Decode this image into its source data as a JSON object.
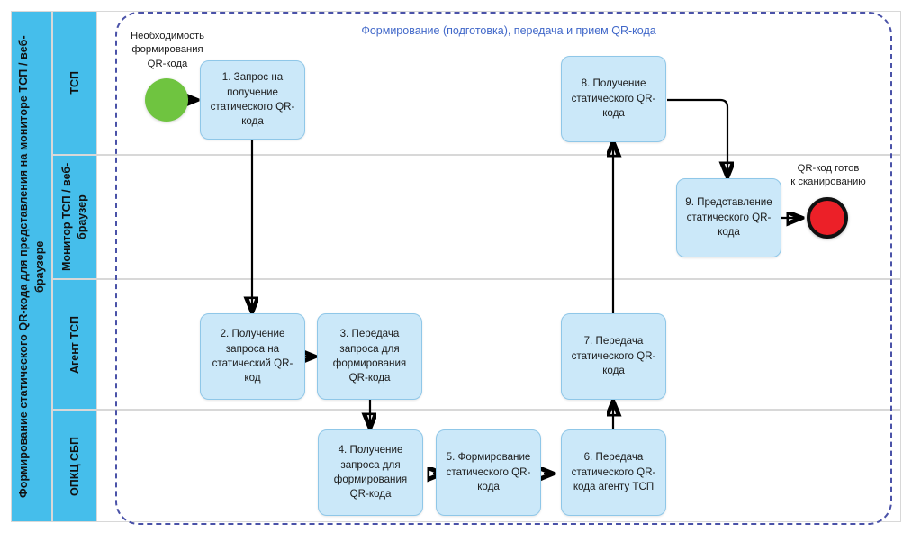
{
  "pool": {
    "title": "Формирование статического QR-кода для представления на мониторе ТСП / веб-браузере",
    "lanes": [
      {
        "id": "tsp",
        "label": "ТСП"
      },
      {
        "id": "monitor",
        "label": "Монитор ТСП / веб-браузер"
      },
      {
        "id": "agent",
        "label": "Агент ТСП"
      },
      {
        "id": "opkc",
        "label": "ОПКЦ СБП"
      }
    ]
  },
  "subprocess": {
    "title": "Формирование (подготовка), передача и прием QR-кода"
  },
  "events": {
    "start": {
      "name": "start-event",
      "label": "Необходимость\nформирования\nQR-кода",
      "label_line1": "Необходимость",
      "label_line2": "формирования",
      "label_line3": "QR-кода",
      "color": "#6fc440"
    },
    "end": {
      "name": "end-event",
      "label_line1": "QR-код готов",
      "label_line2": "к сканированию",
      "color": "#ec2028"
    }
  },
  "tasks": [
    {
      "id": 1,
      "lane": "tsp",
      "text": "1. Запрос на получение статического QR-кода"
    },
    {
      "id": 2,
      "lane": "agent",
      "text": "2. Получение запроса на статический QR-код"
    },
    {
      "id": 3,
      "lane": "agent",
      "text": "3. Передача запроса для формирования QR-кода"
    },
    {
      "id": 4,
      "lane": "opkc",
      "text": "4. Получение запроса для формирования QR-кода"
    },
    {
      "id": 5,
      "lane": "opkc",
      "text": "5. Формирование статического QR-кода"
    },
    {
      "id": 6,
      "lane": "opkc",
      "text": "6. Передача статического QR-кода агенту ТСП"
    },
    {
      "id": 7,
      "lane": "agent",
      "text": "7. Передача статического QR-кода"
    },
    {
      "id": 8,
      "lane": "tsp",
      "text": "8. Получение статического QR-кода"
    },
    {
      "id": 9,
      "lane": "monitor",
      "text": "9. Представление статического QR-кода"
    }
  ],
  "colors": {
    "lane_header": "#45beeb",
    "task_fill": "#cbe8f9",
    "task_stroke": "#8fc7e8",
    "subprocess_border": "#4a52a8",
    "subprocess_title": "#4168c9",
    "start_event": "#6fc440",
    "end_event": "#ec2028",
    "connector": "#000000"
  }
}
